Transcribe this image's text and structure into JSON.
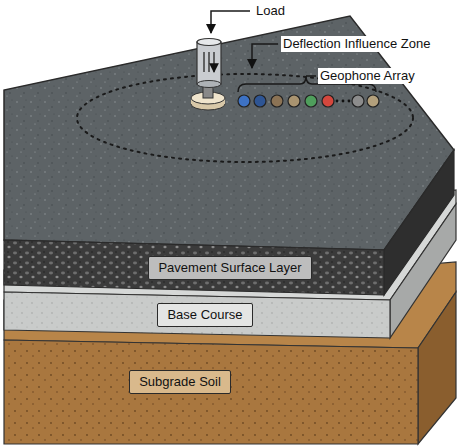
{
  "diagram": {
    "nodes": [
      {
        "text": [
          "Pavement Surface Layer"
        ]
      },
      {
        "text": [
          "Base Course"
        ]
      },
      {
        "text": [
          "Subgrade Soil"
        ]
      }
    ],
    "labels": [
      "Load",
      "Deflection Influence Zone",
      "Geophone Array"
    ]
  }
}
